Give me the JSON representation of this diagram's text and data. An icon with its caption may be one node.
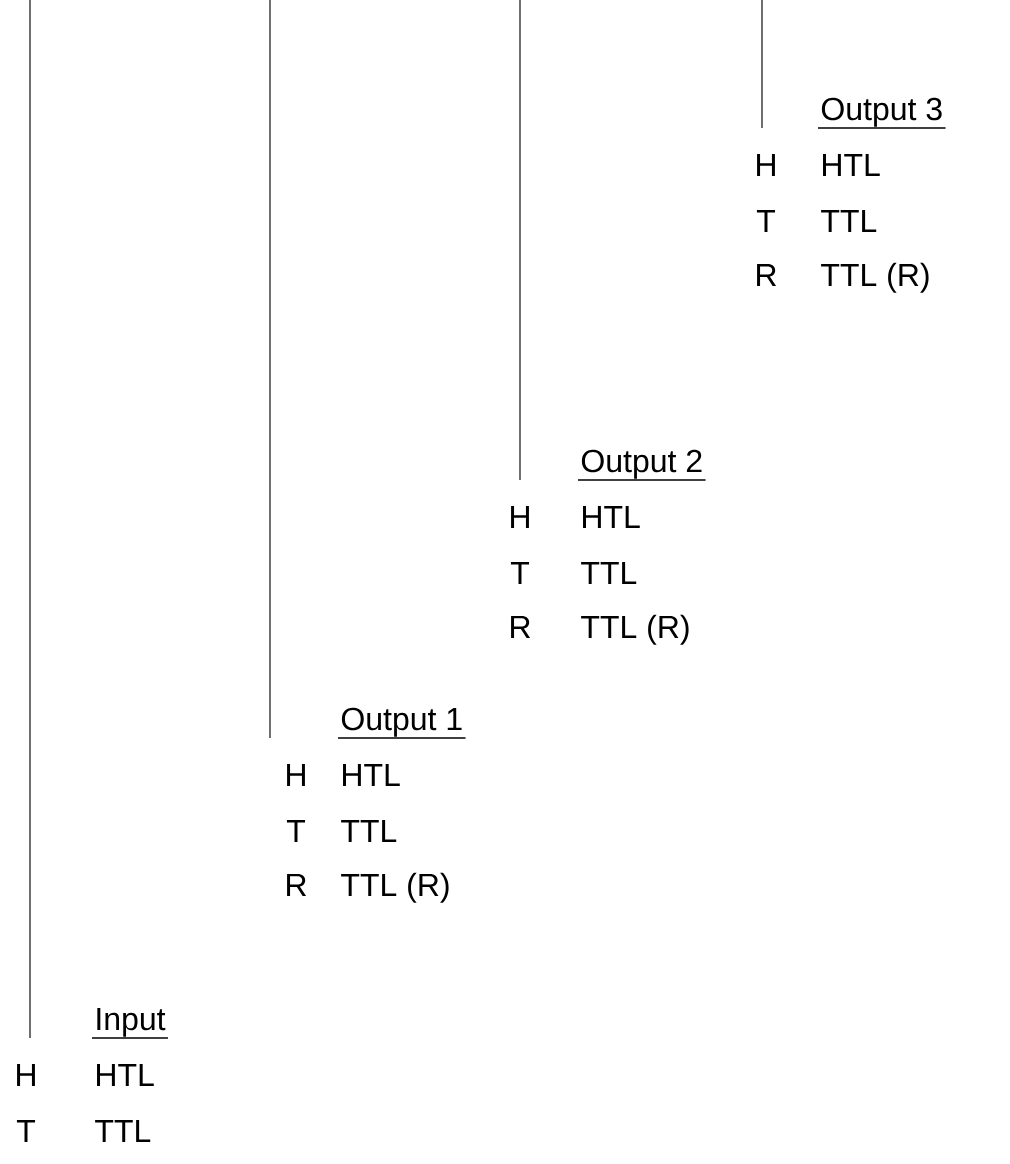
{
  "diagram": {
    "labels": [
      "Output 3",
      "H",
      "HTL",
      "T",
      "TTL",
      "R",
      "TTL (R)",
      "Output 2",
      "H",
      "HTL",
      "T",
      "TTL",
      "R",
      "TTL (R)",
      "Output 1",
      "H",
      "HTL",
      "T",
      "TTL",
      "R",
      "TTL (R)",
      "Input",
      "H",
      "HTL",
      "T",
      "TTL"
    ]
  }
}
